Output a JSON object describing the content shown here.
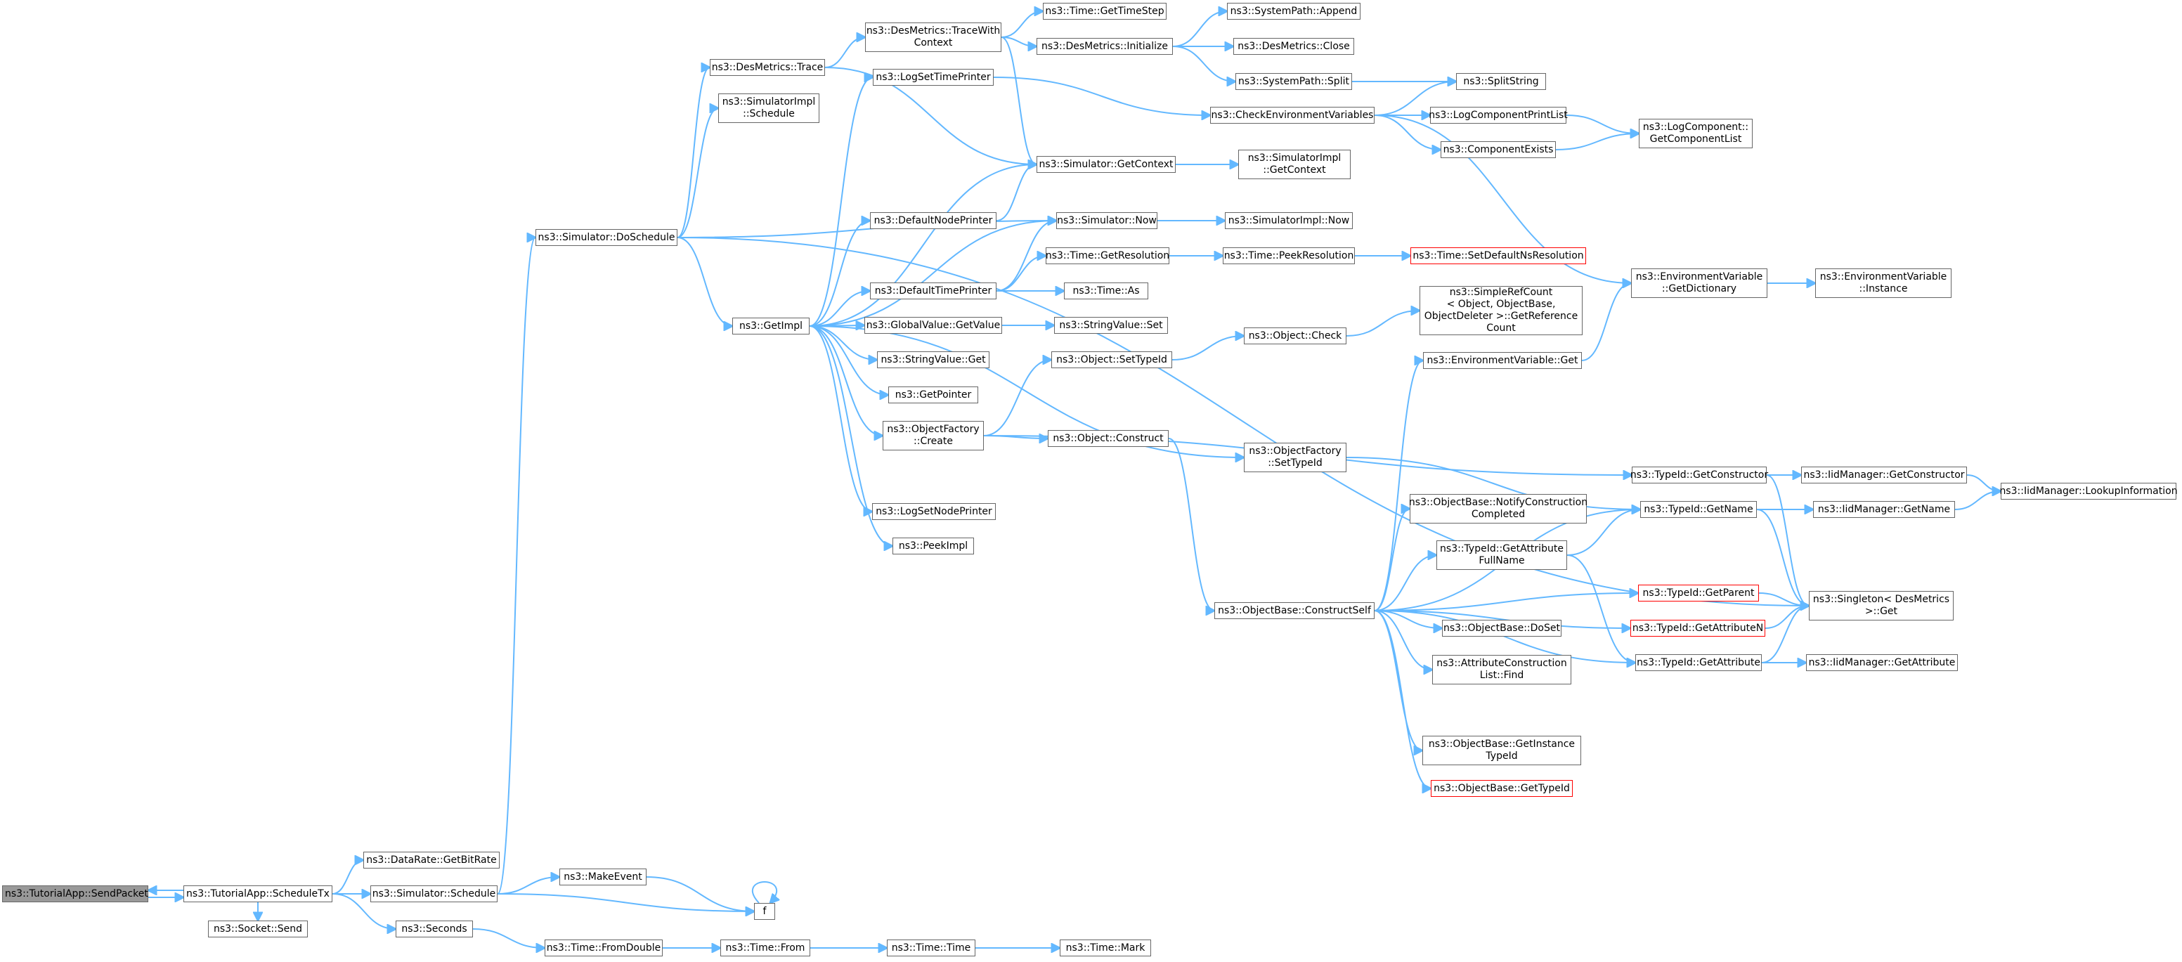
{
  "diagram": {
    "nodes": [
      {
        "id": "sendpacket",
        "label": "ns3::TutorialApp::SendPacket",
        "style": "root"
      },
      {
        "id": "scheduletx",
        "label": "ns3::TutorialApp::ScheduleTx"
      },
      {
        "id": "sockets",
        "label": "ns3::Socket::Send"
      },
      {
        "id": "getbitrate",
        "label": "ns3::DataRate::GetBitRate"
      },
      {
        "id": "simschedule",
        "label": "ns3::Simulator::Schedule"
      },
      {
        "id": "seconds",
        "label": "ns3::Seconds"
      },
      {
        "id": "makeevent",
        "label": "ns3::MakeEvent"
      },
      {
        "id": "f",
        "label": "f"
      },
      {
        "id": "fromdouble",
        "label": "ns3::Time::FromDouble"
      },
      {
        "id": "from",
        "label": "ns3::Time::From"
      },
      {
        "id": "timetime",
        "label": "ns3::Time::Time"
      },
      {
        "id": "mark",
        "label": "ns3::Time::Mark"
      },
      {
        "id": "doschedule",
        "label": "ns3::Simulator::DoSchedule"
      },
      {
        "id": "trace",
        "label": "ns3::DesMetrics::Trace"
      },
      {
        "id": "implschedule",
        "label": "ns3::SimulatorImpl\n::Schedule"
      },
      {
        "id": "getimpl",
        "label": "ns3::GetImpl"
      },
      {
        "id": "tracewith",
        "label": "ns3::DesMetrics::TraceWith\nContext"
      },
      {
        "id": "gettimestep",
        "label": "ns3::Time::GetTimeStep"
      },
      {
        "id": "dminit",
        "label": "ns3::DesMetrics::Initialize"
      },
      {
        "id": "append",
        "label": "ns3::SystemPath::Append"
      },
      {
        "id": "dmclose",
        "label": "ns3::DesMetrics::Close"
      },
      {
        "id": "pathsplit",
        "label": "ns3::SystemPath::Split"
      },
      {
        "id": "splitstring",
        "label": "ns3::SplitString"
      },
      {
        "id": "logsettime",
        "label": "ns3::LogSetTimePrinter"
      },
      {
        "id": "checkenv",
        "label": "ns3::CheckEnvironmentVariables"
      },
      {
        "id": "logcompprint",
        "label": "ns3::LogComponentPrintList"
      },
      {
        "id": "compexists",
        "label": "ns3::ComponentExists"
      },
      {
        "id": "getcomplist",
        "label": "ns3::LogComponent::\nGetComponentList"
      },
      {
        "id": "simgetctx",
        "label": "ns3::Simulator::GetContext"
      },
      {
        "id": "implgetctx",
        "label": "ns3::SimulatorImpl\n::GetContext"
      },
      {
        "id": "defnodeprinter",
        "label": "ns3::DefaultNodePrinter"
      },
      {
        "id": "simnow",
        "label": "ns3::Simulator::Now"
      },
      {
        "id": "implnow",
        "label": "ns3::SimulatorImpl::Now"
      },
      {
        "id": "getres",
        "label": "ns3::Time::GetResolution"
      },
      {
        "id": "peekres",
        "label": "ns3::Time::PeekResolution"
      },
      {
        "id": "setdefns",
        "label": "ns3::Time::SetDefaultNsResolution",
        "style": "red"
      },
      {
        "id": "deftimeprinter",
        "label": "ns3::DefaultTimePrinter"
      },
      {
        "id": "timeas",
        "label": "ns3::Time::As"
      },
      {
        "id": "gvgetvalue",
        "label": "ns3::GlobalValue::GetValue"
      },
      {
        "id": "svset",
        "label": "ns3::StringValue::Set"
      },
      {
        "id": "svget",
        "label": "ns3::StringValue::Get"
      },
      {
        "id": "getpointer",
        "label": "ns3::GetPointer"
      },
      {
        "id": "ofcreate",
        "label": "ns3::ObjectFactory\n::Create"
      },
      {
        "id": "logsetnode",
        "label": "ns3::LogSetNodePrinter"
      },
      {
        "id": "peekimpl",
        "label": "ns3::PeekImpl"
      },
      {
        "id": "objsettypeid",
        "label": "ns3::Object::SetTypeId"
      },
      {
        "id": "objcheck",
        "label": "ns3::Object::Check"
      },
      {
        "id": "simplerefcount",
        "label": "ns3::SimpleRefCount\n< Object, ObjectBase,\nObjectDeleter >::GetReference\nCount"
      },
      {
        "id": "objconstruct",
        "label": "ns3::Object::Construct"
      },
      {
        "id": "ofsettypeid",
        "label": "ns3::ObjectFactory\n::SetTypeId"
      },
      {
        "id": "envget",
        "label": "ns3::EnvironmentVariable::Get"
      },
      {
        "id": "envgetdict",
        "label": "ns3::EnvironmentVariable\n::GetDictionary"
      },
      {
        "id": "envinstance",
        "label": "ns3::EnvironmentVariable\n::Instance"
      },
      {
        "id": "constructself",
        "label": "ns3::ObjectBase::ConstructSelf"
      },
      {
        "id": "notifyconstruction",
        "label": "ns3::ObjectBase::NotifyConstruction\nCompleted"
      },
      {
        "id": "getattrfullname",
        "label": "ns3::TypeId::GetAttribute\nFullName"
      },
      {
        "id": "doset",
        "label": "ns3::ObjectBase::DoSet"
      },
      {
        "id": "attrconstructfind",
        "label": "ns3::AttributeConstruction\nList::Find"
      },
      {
        "id": "getinstancetypeid",
        "label": "ns3::ObjectBase::GetInstance\nTypeId"
      },
      {
        "id": "obgettypeid",
        "label": "ns3::ObjectBase::GetTypeId",
        "style": "red"
      },
      {
        "id": "getconstructor",
        "label": "ns3::TypeId::GetConstructor"
      },
      {
        "id": "tidgetname",
        "label": "ns3::TypeId::GetName"
      },
      {
        "id": "getparent",
        "label": "ns3::TypeId::GetParent",
        "style": "red"
      },
      {
        "id": "getattributen",
        "label": "ns3::TypeId::GetAttributeN",
        "style": "red"
      },
      {
        "id": "getattribute",
        "label": "ns3::TypeId::GetAttribute"
      },
      {
        "id": "iidgetconstructor",
        "label": "ns3::IidManager::GetConstructor"
      },
      {
        "id": "iidgetname",
        "label": "ns3::IidManager::GetName"
      },
      {
        "id": "lookupinfo",
        "label": "ns3::IidManager::LookupInformation"
      },
      {
        "id": "singleton",
        "label": "ns3::Singleton< DesMetrics\n>::Get"
      },
      {
        "id": "iidgetattribute",
        "label": "ns3::IidManager::GetAttribute"
      }
    ]
  }
}
